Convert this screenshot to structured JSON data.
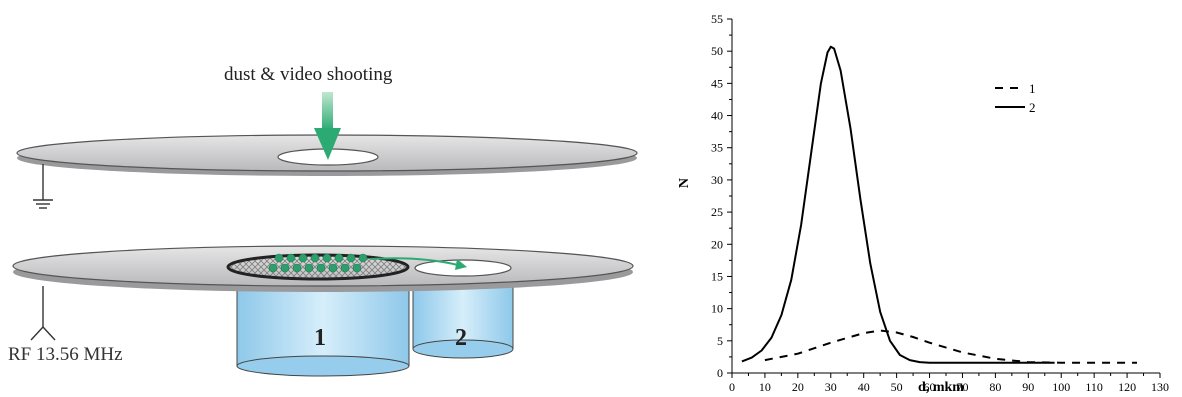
{
  "diagram": {
    "dust_label": "dust & video shooting",
    "rf_label": "RF 13.56 MHz",
    "container_1_label": "1",
    "container_2_label": "2",
    "colors": {
      "electrode_fill": "#cfcfd0",
      "container_fill": "#a9d6ef",
      "arrow_green": "#2bab73",
      "particle_green": "#2e9f6c"
    }
  },
  "chart_data": {
    "type": "line",
    "xlabel": "d, mkm",
    "ylabel": "N",
    "xlim": [
      0,
      130
    ],
    "ylim": [
      0,
      55
    ],
    "xticks": [
      0,
      10,
      20,
      30,
      40,
      50,
      60,
      70,
      80,
      90,
      100,
      110,
      120,
      130
    ],
    "yticks": [
      0,
      5,
      10,
      15,
      20,
      25,
      30,
      35,
      40,
      45,
      50,
      55
    ],
    "grid": false,
    "legend_position": "top-right",
    "series": [
      {
        "name": "1",
        "style": "dashed",
        "x": [
          10,
          20,
          30,
          40,
          45,
          50,
          55,
          60,
          70,
          80,
          90,
          100,
          110,
          123
        ],
        "y": [
          2.0,
          3.0,
          4.7,
          6.2,
          6.6,
          6.3,
          5.6,
          4.7,
          3.2,
          2.2,
          1.7,
          1.6,
          1.6,
          1.6
        ]
      },
      {
        "name": "2",
        "style": "solid",
        "x": [
          3,
          6,
          9,
          12,
          15,
          18,
          21,
          24,
          27,
          29,
          30,
          31,
          33,
          36,
          39,
          42,
          45,
          48,
          51,
          54,
          57,
          60,
          65,
          70,
          80,
          90,
          98
        ],
        "y": [
          1.8,
          2.4,
          3.5,
          5.5,
          9.0,
          14.5,
          23.0,
          34.0,
          45.0,
          49.8,
          50.7,
          50.4,
          47.0,
          38.0,
          27.0,
          17.0,
          9.5,
          5.0,
          2.8,
          2.0,
          1.7,
          1.6,
          1.6,
          1.6,
          1.6,
          1.6,
          1.6
        ]
      }
    ]
  }
}
